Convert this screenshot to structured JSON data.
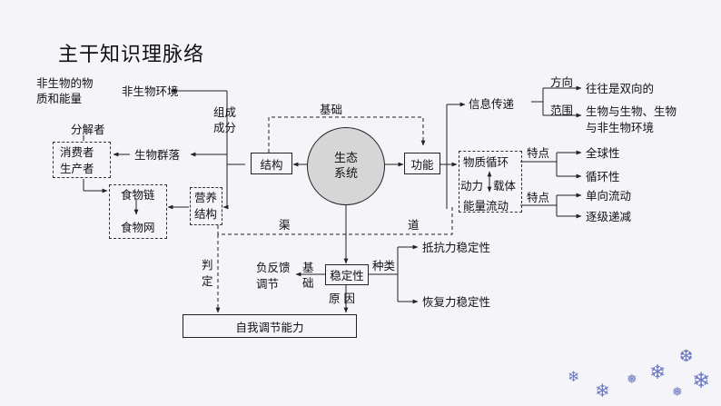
{
  "title": "主干知识理脉络",
  "center": {
    "line1": "生态",
    "line2": "系统"
  },
  "nodes": {
    "structure": "结构",
    "function": "功能",
    "stability": "稳定性",
    "self_regulation": "自我调节能力",
    "abiotic_env": "非生物环境",
    "abiotic_matter_l1": "非生物的物",
    "abiotic_matter_l2": "质和能量",
    "decomposer": "分解者",
    "consumer": "消费者",
    "producer": "生产者",
    "biome": "生物群落",
    "food_chain": "食物链",
    "food_web": "食物网",
    "trophic_l1": "营养",
    "trophic_l2": "结构",
    "info_transfer": "信息传递",
    "matter_cycle": "物质循环",
    "energy_flow": "能量流动",
    "power": "动力",
    "carrier": "载体",
    "global": "全球性",
    "cyclic": "循环性",
    "one_way": "单向流动",
    "decrease": "逐级递减",
    "bidirectional": "往往是双向的",
    "scope_l1": "生物与生物、生物",
    "scope_l2": "与非生物环境",
    "resist": "抵抗力稳定性",
    "recover": "恢复力稳定性",
    "neg_feedback_l1": "负反馈",
    "neg_feedback_l2": "调节"
  },
  "labels": {
    "composition_l1": "组成",
    "composition_l2": "成分",
    "basis": "基础",
    "direction": "方向",
    "scope": "范围",
    "feature1": "特点",
    "feature2": "特点",
    "channel_left": "渠",
    "channel_right": "道",
    "judge_1": "判",
    "judge_2": "定",
    "basis2_1": "基",
    "basis2_2": "础",
    "kinds": "种类",
    "reason": "原 因"
  }
}
